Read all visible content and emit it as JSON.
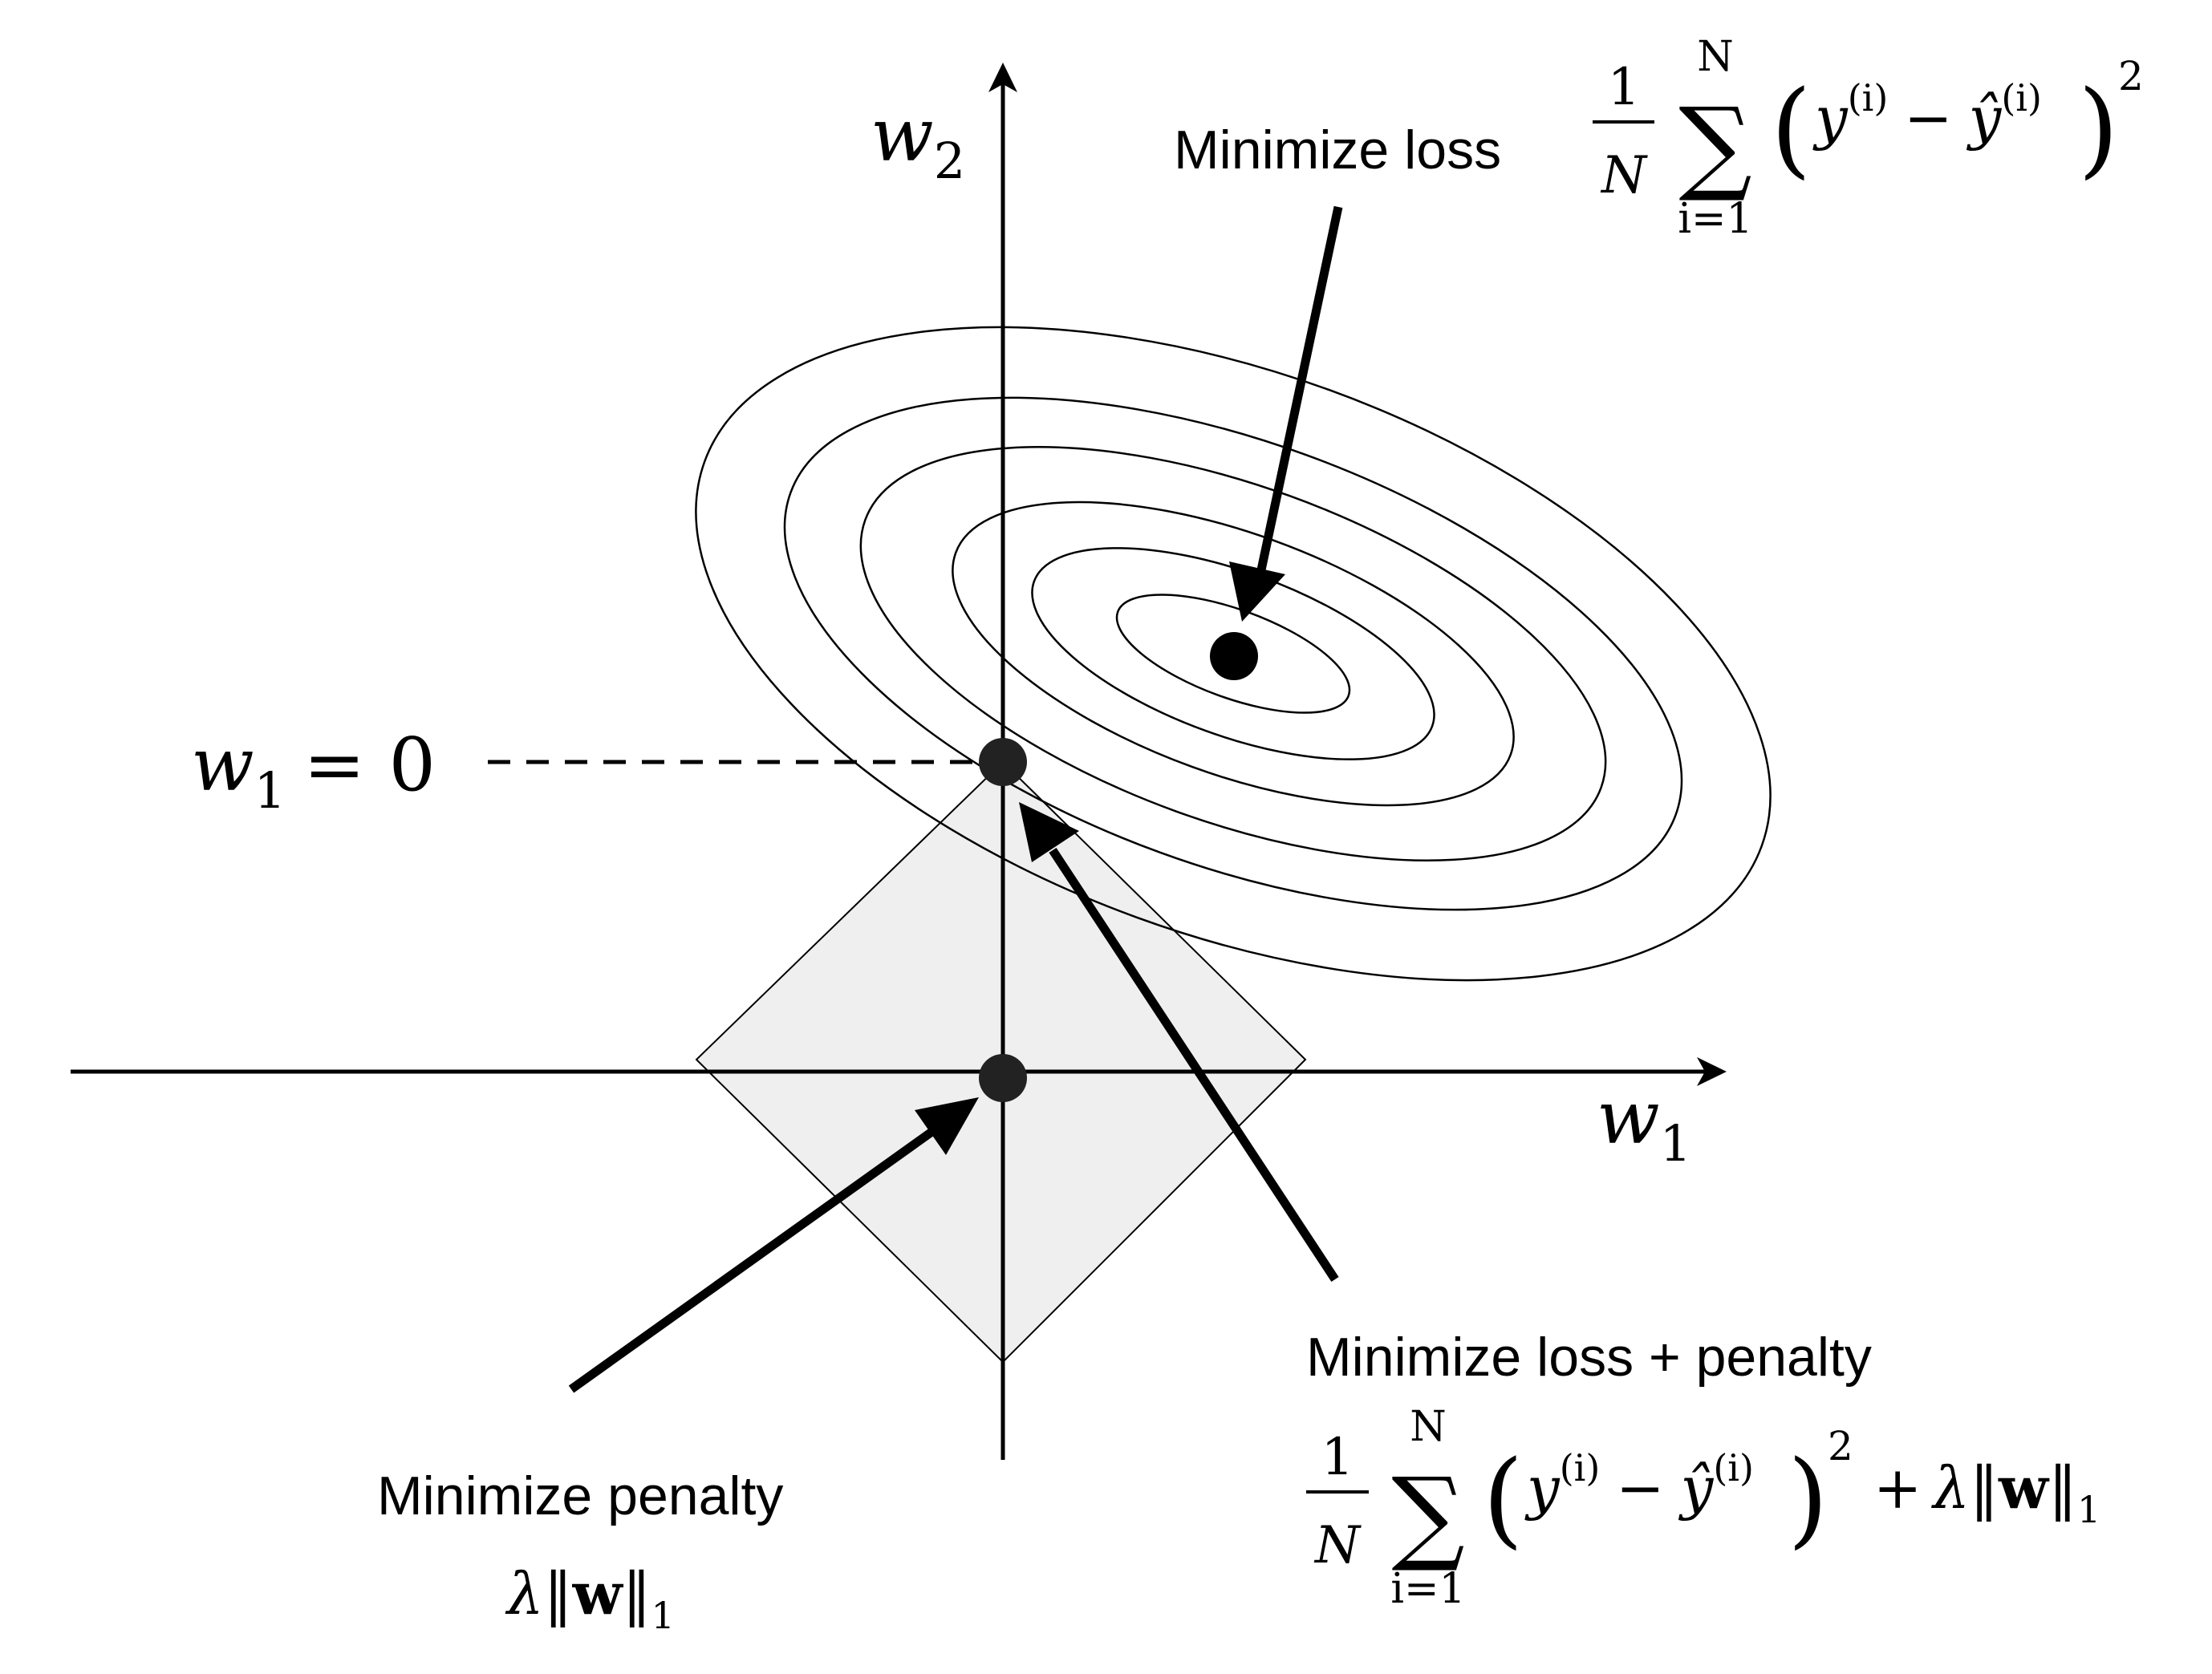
{
  "labels": {
    "axis_y": "w",
    "axis_y_sub": "2",
    "axis_x": "w",
    "axis_x_sub": "1",
    "w1_zero_w": "w",
    "w1_zero_sub": "1",
    "w1_zero_rest": "= 0",
    "minimize_loss": "Minimize loss",
    "minimize_loss_penalty": "Minimize loss + penalty",
    "minimize_penalty": "Minimize penalty"
  },
  "formulas": {
    "frac_num": "1",
    "frac_den": "N",
    "sum_sigma": "∑",
    "sum_upper": "N",
    "sum_lower": "i=1",
    "paren_open": "(",
    "paren_close": ")",
    "y_var": "y",
    "y_sup": "(i)",
    "minus": "−",
    "yhat_var": "ŷ",
    "yhat_sup": "(i)",
    "square": "2",
    "plus": "+",
    "lambda": "λ",
    "norm_bar": "‖",
    "w_bold": "w",
    "norm_sub": "1"
  },
  "colors": {
    "ink": "#000000",
    "point": "#222222",
    "constraint_fill": "#efefef",
    "background": "#ffffff"
  }
}
